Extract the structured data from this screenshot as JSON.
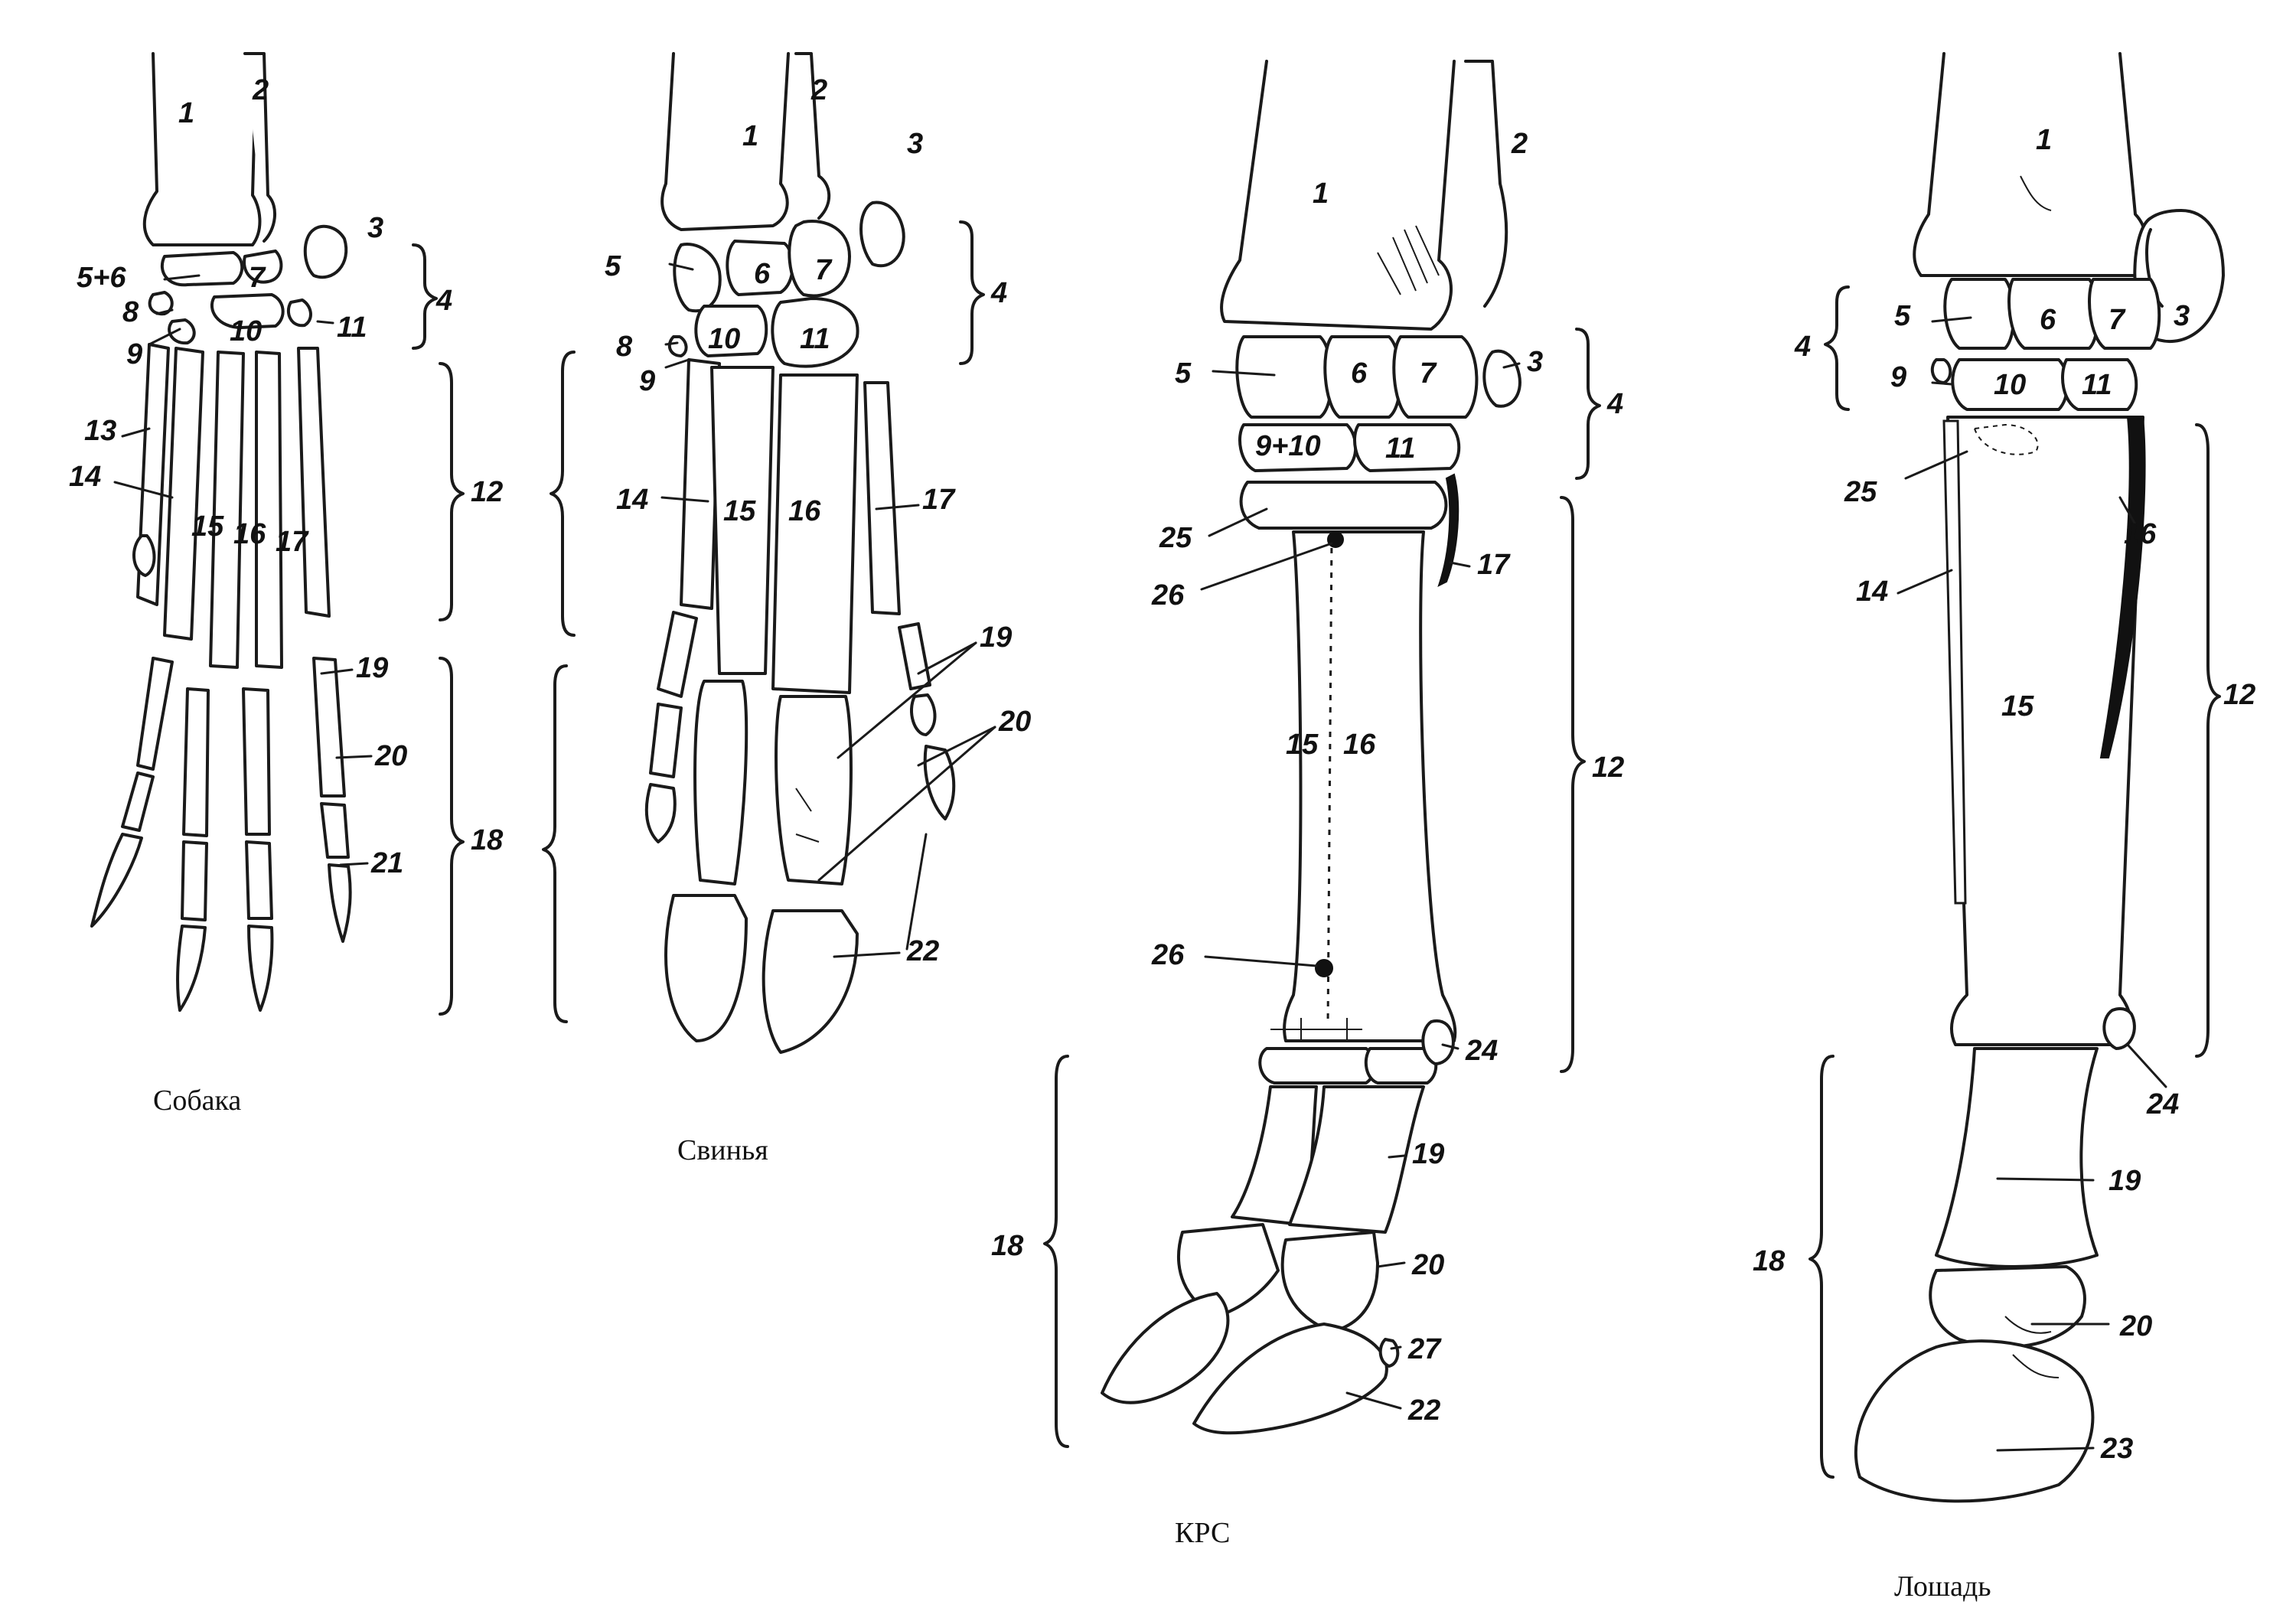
{
  "panels": [
    {
      "id": "dog",
      "caption": "Собака",
      "labels": [
        "1",
        "2",
        "3",
        "4",
        "5+6",
        "7",
        "8",
        "9",
        "10",
        "11",
        "12",
        "13",
        "14",
        "15",
        "16",
        "17",
        "18",
        "19",
        "20",
        "21"
      ]
    },
    {
      "id": "pig",
      "caption": "Свинья",
      "labels": [
        "1",
        "2",
        "3",
        "4",
        "5",
        "6",
        "7",
        "8",
        "9",
        "10",
        "11",
        "14",
        "15",
        "16",
        "17",
        "19",
        "20",
        "22"
      ]
    },
    {
      "id": "cattle",
      "caption": "КРС",
      "labels": [
        "1",
        "2",
        "3",
        "4",
        "5",
        "6",
        "7",
        "9+10",
        "11",
        "25",
        "26",
        "17",
        "15",
        "16",
        "12",
        "26",
        "24",
        "18",
        "19",
        "20",
        "27",
        "22"
      ]
    },
    {
      "id": "horse",
      "caption": "Лошадь",
      "labels": [
        "1",
        "3",
        "4",
        "5",
        "6",
        "7",
        "9",
        "10",
        "11",
        "25",
        "16",
        "14",
        "15",
        "12",
        "24",
        "19",
        "18",
        "20",
        "23"
      ]
    }
  ]
}
